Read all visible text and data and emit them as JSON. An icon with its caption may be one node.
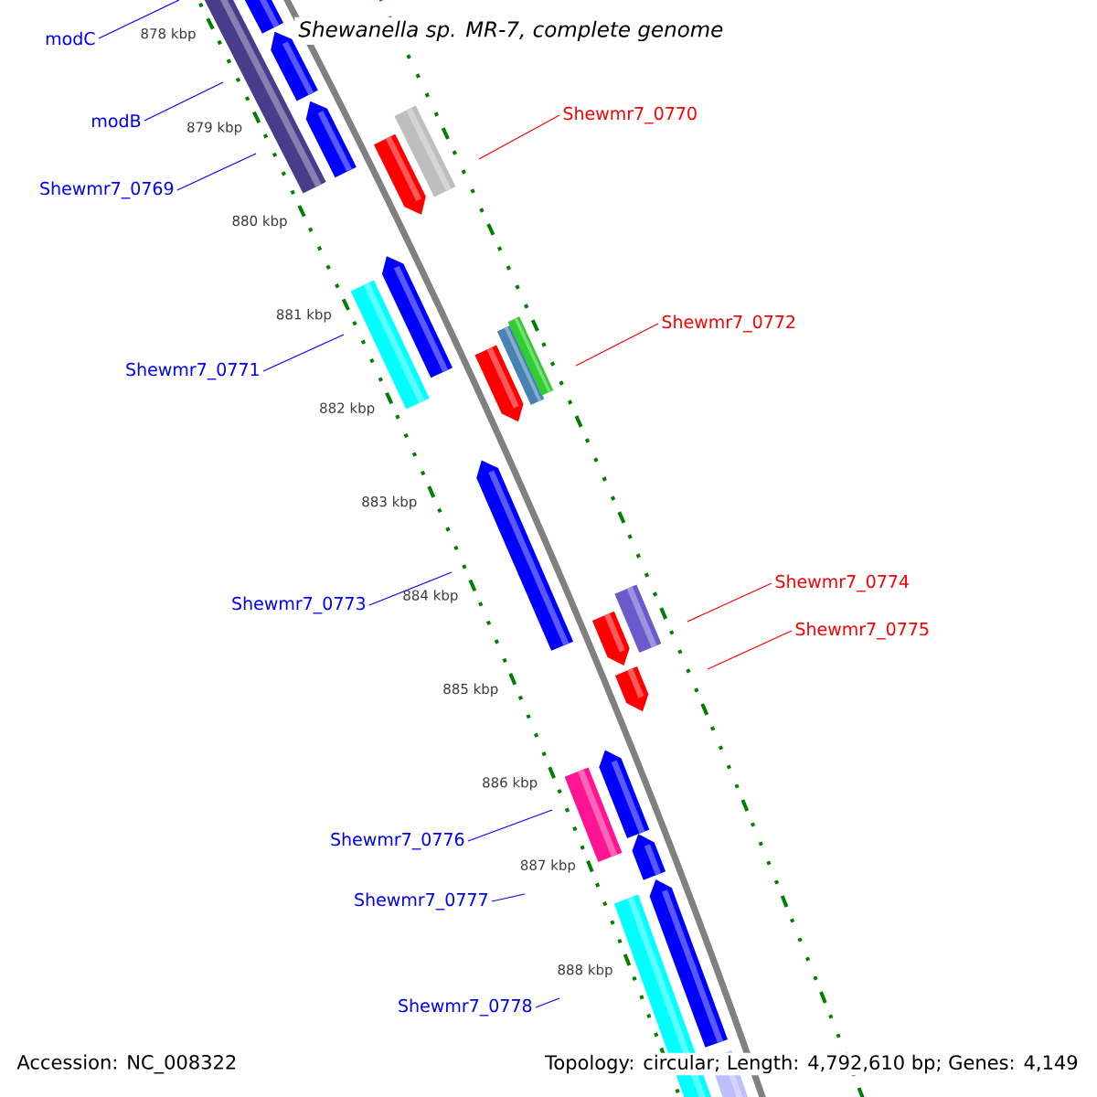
{
  "diagram": {
    "title": "Shewanella sp. MR-7, complete genome",
    "nodes": [
      {
        "text": [
          "modC"
        ]
      },
      {
        "text": [
          "modB"
        ]
      },
      {
        "text": [
          "Shewmr7_0769"
        ]
      },
      {
        "text": [
          "Shewmr7_0770"
        ]
      },
      {
        "text": [
          "Shewmr7_0771"
        ]
      },
      {
        "text": [
          "Shewmr7_0772"
        ]
      },
      {
        "text": [
          "Shewmr7_0773"
        ]
      },
      {
        "text": [
          "Shewmr7_0774"
        ]
      },
      {
        "text": [
          "Shewmr7_0775"
        ]
      },
      {
        "text": [
          "Shewmr7_0776"
        ]
      },
      {
        "text": [
          "Shewmr7_0777"
        ]
      },
      {
        "text": [
          "Shewmr7_0778"
        ]
      }
    ],
    "edges": [
      {
        "from": 0,
        "to": null,
        "arrow": "none"
      },
      {
        "from": 1,
        "to": null,
        "arrow": "none"
      },
      {
        "from": 2,
        "to": null,
        "arrow": "none"
      },
      {
        "from": 3,
        "to": null,
        "arrow": "none",
        "color": "#ff0000"
      },
      {
        "from": 4,
        "to": null,
        "arrow": "none"
      },
      {
        "from": 5,
        "to": null,
        "arrow": "none",
        "color": "#ff0000"
      },
      {
        "from": 6,
        "to": null,
        "arrow": "none"
      },
      {
        "from": 7,
        "to": null,
        "arrow": "none",
        "color": "#ff0000"
      },
      {
        "from": 8,
        "to": null,
        "arrow": "none",
        "color": "#ff0000"
      },
      {
        "from": 9,
        "to": null,
        "arrow": "none"
      },
      {
        "from": 10,
        "to": null,
        "arrow": "none"
      },
      {
        "from": 11,
        "to": null,
        "arrow": "none"
      }
    ],
    "labels": [
      "878 kbp",
      "879 kbp",
      "880 kbp",
      "881 kbp",
      "882 kbp",
      "883 kbp",
      "884 kbp",
      "885 kbp",
      "886 kbp",
      "887 kbp",
      "888 kbp",
      "Accession: NC_008322",
      "Topology: circular; Length: 4,792,610 bp; Genes: 4,149"
    ]
  }
}
